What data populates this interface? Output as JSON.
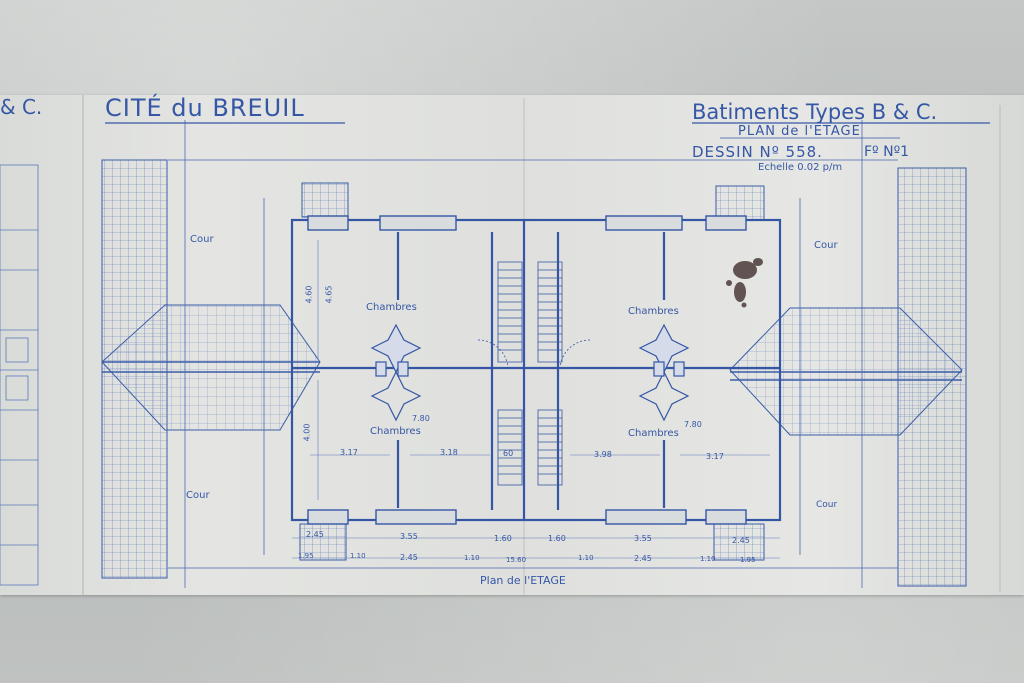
{
  "document": {
    "site_title": "CITÉ du BREUIL",
    "left_fragment": "& C.",
    "building_title": "Batiments Types B & C.",
    "plan_subtitle": "PLAN de l'ETAGE",
    "drawing_number": "DESSIN Nº 558.",
    "sheet_number": "Fº Nº1",
    "scale": "Echelle 0.02 p/m",
    "footer_caption": "Plan de l'ETAGE",
    "rooms": {
      "chambres_top_left": "Chambres",
      "chambres_bottom_left": "Chambres",
      "chambres_top_right": "Chambres",
      "chambres_bottom_right": "Chambres"
    },
    "courts": {
      "cour_top_left": "Cour",
      "cour_bottom_left": "Cour",
      "cour_top_right": "Cour",
      "cour_bottom_right": "Cour"
    },
    "dimensions": {
      "d_460": "4.60",
      "d_465": "4.65",
      "d_400": "4.00",
      "d_780_left": "7.80",
      "d_780_right": "7.80",
      "d_317_left": "3.17",
      "d_318": "3.18",
      "d_398": "3.98",
      "d_317_right": "3.17",
      "d_60": "60",
      "d_245_a": "2.45",
      "d_355_a": "3.55",
      "d_160_a": "1.60",
      "d_160_b": "1.60",
      "d_355_b": "3.55",
      "d_245_b": "2.45",
      "d_195_a": "1.95",
      "d_110_a": "1.10",
      "d_245_c": "2.45",
      "d_110_b": "1.10",
      "d_1560": "15.60",
      "d_110_c": "1.10",
      "d_245_d": "2.45",
      "d_110_d": "1.10",
      "d_195_b": "1.95"
    }
  },
  "colors": {
    "ink": "#3557a6",
    "paper": "#e1e2df",
    "wall": "#b9bcbb",
    "stain": "#4a3a3a"
  }
}
